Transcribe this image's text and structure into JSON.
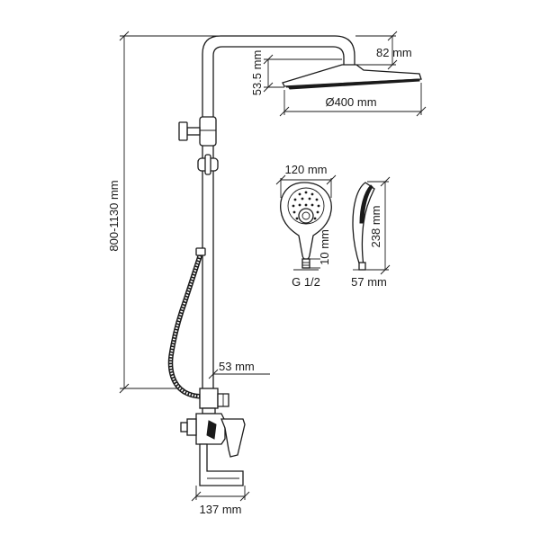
{
  "dimensions": {
    "height_range": "800-1130 mm",
    "head_drop": "82 mm",
    "head_thickness": "53.5 mm",
    "head_diameter": "Ø400 mm",
    "hand_width": "120 mm",
    "hand_length": "238 mm",
    "hand_neck": "10 mm",
    "hand_depth": "57 mm",
    "hand_thread": "G 1/2",
    "outlet_offset": "53 mm",
    "mixer_depth": "137 mm"
  }
}
